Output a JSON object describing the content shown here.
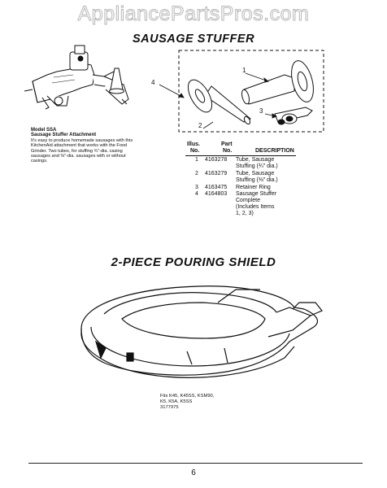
{
  "watermark": "AppliancePartsPros.com",
  "section1": {
    "title": "SAUSAGE STUFFER",
    "model_label": "Model SSA",
    "model_subtitle": "Sausage Stuffer Attachment",
    "model_description": "It's easy to produce homemade sausages with this KitchenAid attachment that works with the Food Grinder. Two tubes, for stuffing ¾″-dia. casing sausages and ⅜″-dia. sausages with or without casings.",
    "callouts": [
      "1",
      "2",
      "3",
      "4"
    ],
    "table": {
      "headers": {
        "illus": [
          "Illus.",
          "No."
        ],
        "part": [
          "Part",
          "No."
        ],
        "desc": "DESCRIPTION"
      },
      "rows": [
        {
          "illus": "1",
          "part": "4163278",
          "desc": [
            "Tube, Sausage",
            "Stuffing (¾″ dia.)"
          ]
        },
        {
          "illus": "2",
          "part": "4163279",
          "desc": [
            "Tube, Sausage",
            "Stuffing (⅜″ dia.)"
          ]
        },
        {
          "illus": "3",
          "part": "4163475",
          "desc": [
            "Retainer Ring"
          ]
        },
        {
          "illus": "4",
          "part": "4164803",
          "desc": [
            "Sausage Stuffer",
            "Complete",
            "(Includes Items",
            "1, 2, 3)"
          ]
        }
      ]
    }
  },
  "section2": {
    "title": "2-PIECE POURING SHIELD",
    "fits_lines": [
      "Fits K45, K45SS, KSM90,",
      "K5, K5A, K5SS",
      "3177975"
    ]
  },
  "page_number": "6"
}
